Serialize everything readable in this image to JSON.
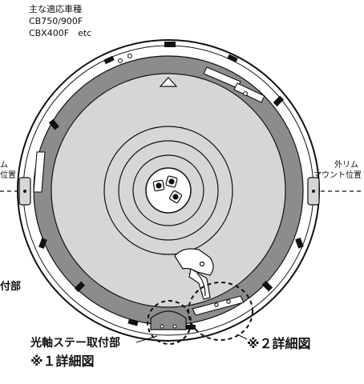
{
  "header_note": {
    "title": "主な適応車種",
    "models": [
      "CB750/900F",
      "CBX400F　etc"
    ]
  },
  "labels": {
    "left_mount": [
      "ム",
      "位置"
    ],
    "right_mount": [
      "外リム",
      "マウント位置"
    ],
    "left_part": "付部",
    "optical_axis_stay": "光軸ステー取付部",
    "detail_1": "※１詳細図",
    "detail_2": "※２詳細図"
  },
  "colors": {
    "rim_gray": "#8c8c8c",
    "face_gray": "#d6d6d6",
    "outline": "#111111",
    "background": "#ffffff"
  }
}
